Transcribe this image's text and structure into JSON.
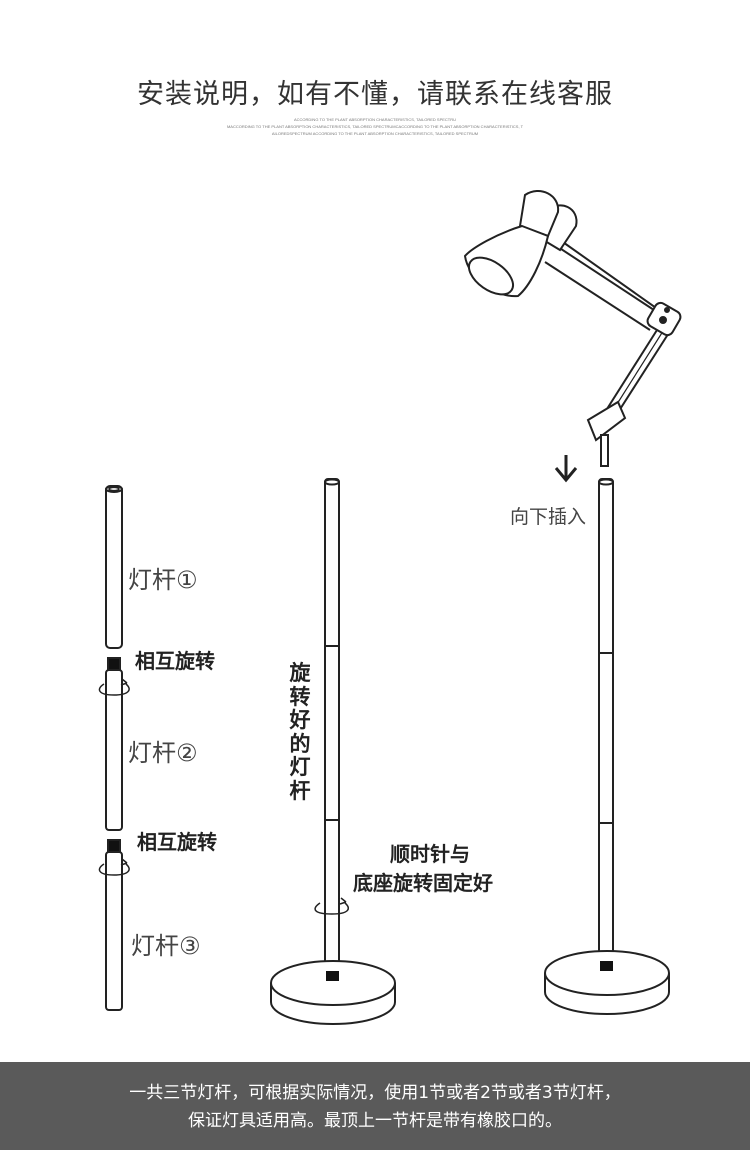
{
  "header": {
    "title": "安装说明，如有不懂，请联系在线客服",
    "fine_print": [
      "ACCORDING TO THE PLANT ABSORPTION CHARACTERISTICS, TAILORED SPECTRU",
      "MACCORDING TO THE PLANT ABSORPTION CHARACTERISTICS, TAILORED SPECTRUMCACCORDING TO THE PLANT ABSORPTION CHARACTERISTICS, T",
      "AILOREDSPECTRUM ACCORDING TO THE PLANT ABSORPTION CHARACTERISTICS, TAILORED SPECTRUM"
    ]
  },
  "steps": {
    "pole1": "灯杆①",
    "rotate1": "相互旋转",
    "pole2": "灯杆②",
    "rotate2": "相互旋转",
    "pole3": "灯杆③",
    "assembled": "旋转好的灯杆",
    "base_instruction_line1": "顺时针与",
    "base_instruction_line2": "底座旋转固定好",
    "insert_down": "向下插入"
  },
  "footer": {
    "line1": "一共三节灯杆，可根据实际情况，使用1节或者2节或者3节灯杆，",
    "line2": "保证灯具适用高。最顶上一节杆是带有橡胶口的。"
  }
}
